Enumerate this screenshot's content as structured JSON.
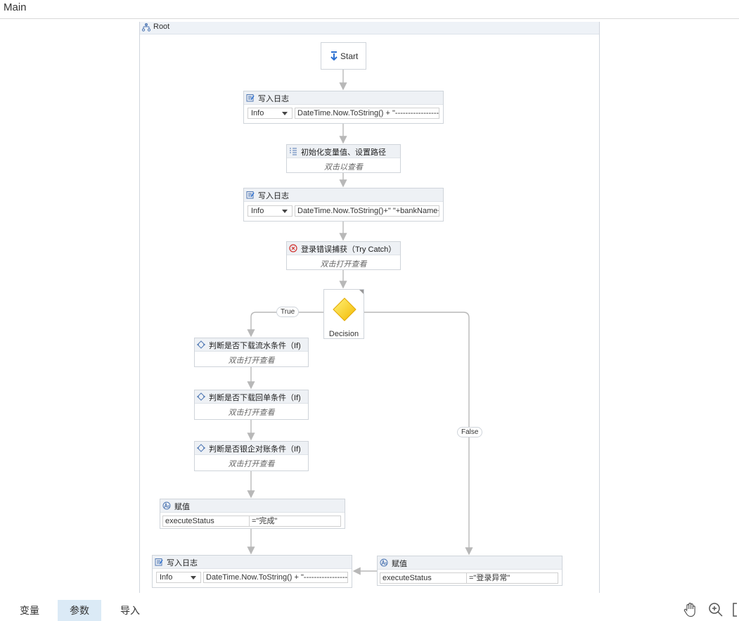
{
  "page": {
    "title": "Main"
  },
  "root": {
    "label": "Root"
  },
  "start": {
    "label": "Start"
  },
  "activities": {
    "log1": {
      "title": "写入日志",
      "level": "Info",
      "message": "DateTime.Now.ToString() + \"-----------------------"
    },
    "init": {
      "title": "初始化变量值、设置路径",
      "hint": "双击以查看"
    },
    "log2": {
      "title": "写入日志",
      "level": "Info",
      "message": "DateTime.Now.ToString()+\" \"+bankName+"
    },
    "trycatch": {
      "title": "登录错误捕获（Try Catch）",
      "hint": "双击打开查看"
    },
    "decision": {
      "label": "Decision",
      "true_label": "True",
      "false_label": "False"
    },
    "if1": {
      "title": "判断是否下载流水条件（If)",
      "hint": "双击打开查看"
    },
    "if2": {
      "title": "判断是否下载回单条件（If)",
      "hint": "双击打开查看"
    },
    "if3": {
      "title": "判断是否银企对账条件（If)",
      "hint": "双击打开查看"
    },
    "assign1": {
      "title": "赋值",
      "target": "executeStatus",
      "value": "=\"完成\""
    },
    "log3": {
      "title": "写入日志",
      "level": "Info",
      "message": "DateTime.Now.ToString() + \"-----------------------"
    },
    "assign2": {
      "title": "赋值",
      "target": "executeStatus",
      "value": "=\"登录异常\""
    }
  },
  "bottom": {
    "tabs": [
      "变量",
      "参数",
      "导入"
    ],
    "active_tab": "参数"
  },
  "colors": {
    "accent_tab": "#dbeaf6",
    "connector": "#b8b8b8",
    "decision": "#ffd700"
  }
}
